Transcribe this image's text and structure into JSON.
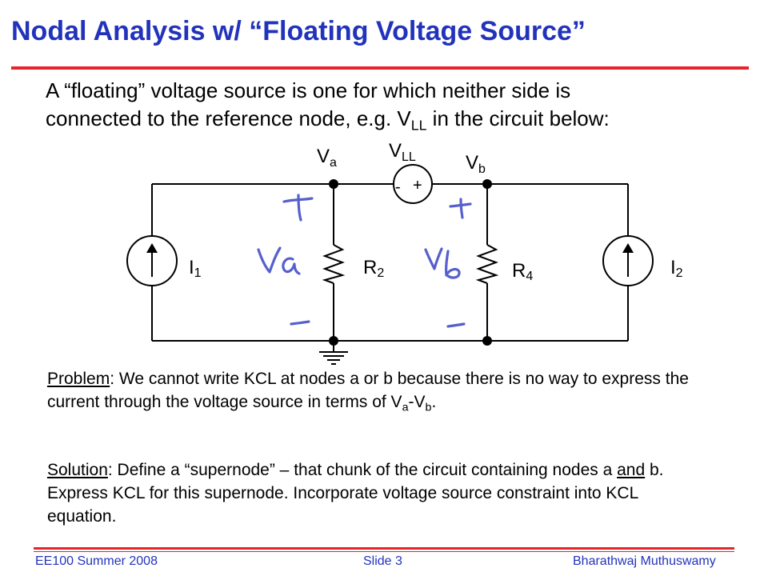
{
  "slide": {
    "title": "Nodal Analysis w/ “Floating Voltage Source”",
    "intro_line1": "A “floating” voltage source is one for which neither side is",
    "intro_line2_pre": "connected to the reference node, e.g. V",
    "intro_line2_sub": "LL",
    "intro_line2_post": " in the circuit below:"
  },
  "circuit": {
    "node_a_main": "V",
    "node_a_sub": "a",
    "node_b_main": "V",
    "node_b_sub": "b",
    "source_main": "V",
    "source_sub": "LL",
    "source_minus": "-",
    "source_plus": "+",
    "i1_main": "I",
    "i1_sub": "1",
    "i2_main": "I",
    "i2_sub": "2",
    "r2_main": "R",
    "r2_sub": "2",
    "r4_main": "R",
    "r4_sub": "4"
  },
  "problem": {
    "label": "Problem",
    "text_pre": ": We cannot write KCL at nodes a or b because there is no way to express the current through the voltage source in terms of V",
    "sub_a": "a",
    "text_mid": "-V",
    "sub_b": "b",
    "text_post": "."
  },
  "solution": {
    "label": "Solution",
    "text_pre": ": Define a “supernode” – that chunk of the circuit containing nodes a ",
    "and_word": "and",
    "text_post": " b. Express KCL for this supernode. Incorporate voltage source constraint into KCL equation."
  },
  "footer": {
    "course": "EE100 Summer 2008",
    "slide": "Slide 3",
    "author": "Bharathwaj Muthuswamy"
  },
  "colors": {
    "title": "#2233bb",
    "rule": "#e8242b",
    "annotation": "#5560cc"
  }
}
